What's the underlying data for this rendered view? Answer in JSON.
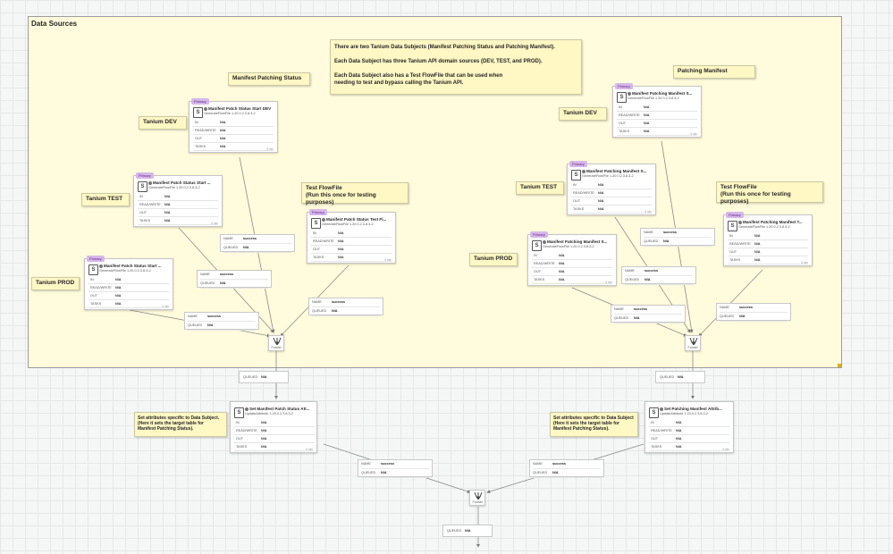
{
  "process_group": {
    "title": "Data Sources"
  },
  "info_note": {
    "line1": "There are two Tanium Data Subjects (Manifest Patching Status and Patching Manifest).",
    "line2": "Each Data Subject has three Tanium API domain sources (DEV, TEST, and PROD).",
    "line3": "Each Data Subject also has a Test FlowFile that can be used when",
    "line4": "needing to test and bypass calling the Tanium API."
  },
  "labels": {
    "mps_header": "Manifest Patching Status",
    "pm_header": "Patching Manifest",
    "tanium_dev": "Tanium DEV",
    "tanium_test": "Tanium TEST",
    "tanium_prod": "Tanium PROD",
    "test_flowfile_1": "Test FlowFile",
    "test_flowfile_2": "(Run this once for testing purposes)",
    "attr_left_1": "Set attributes specific to Data Subject.",
    "attr_left_2": "(Here it sets the target table for",
    "attr_left_3": "Manifest Patching Status).",
    "attr_right_1": "Set attributes specific to Data Subject",
    "attr_right_2": "(Here it sets the target table for",
    "attr_right_3": "Manifest Patching Status)."
  },
  "common": {
    "primary": "Primary",
    "in": "IN",
    "read_write": "READ/WRITE",
    "out": "OUT",
    "tasks": "TASKS",
    "na": "N/A",
    "name": "NAME",
    "queued": "QUEUED",
    "success": "success",
    "funnel": "Funnel",
    "time": "5 min"
  },
  "processors": {
    "mps_dev": {
      "name": "Manifest Patch Status Start DEV",
      "type": "GenerateFlowFile 1.20.0.2.3.8.3-2"
    },
    "mps_test": {
      "name": "Manifest Patch Status Start ...",
      "type": "GenerateFlowFile 1.20.0.2.3.8.3-2"
    },
    "mps_prod": {
      "name": "Manifest Patch Status Start ...",
      "type": "GenerateFlowFile 1.20.0.2.3.8.3-2"
    },
    "mps_testff": {
      "name": "Manifest Patch Status Test Fl...",
      "type": "GenerateFlowFile 1.20.0.2.3.8.3-2"
    },
    "pm_dev": {
      "name": "Manifest Patching Manifest S...",
      "type": "GenerateFlowFile 1.20.0.2.3.8.3-2"
    },
    "pm_test": {
      "name": "Manifest Patching Manifest S...",
      "type": "GenerateFlowFile 1.20.0.2.3.8.3-2"
    },
    "pm_prod": {
      "name": "Manifest Patching Manifest S...",
      "type": "GenerateFlowFile 1.20.0.2.3.8.3-2"
    },
    "pm_testff": {
      "name": "Manifest Patching Manifest T...",
      "type": "GenerateFlowFile 1.20.0.2.3.8.3-2"
    },
    "set_mps": {
      "name": "Set Manifest Patch Status Att...",
      "type": "UpdateAttribute 1.20.0.2.3.8.3-2"
    },
    "set_pm": {
      "name": "Set Patching Manifest Attrib...",
      "type": "UpdateAttribute 1.20.0.2.3.8.3-2"
    }
  }
}
